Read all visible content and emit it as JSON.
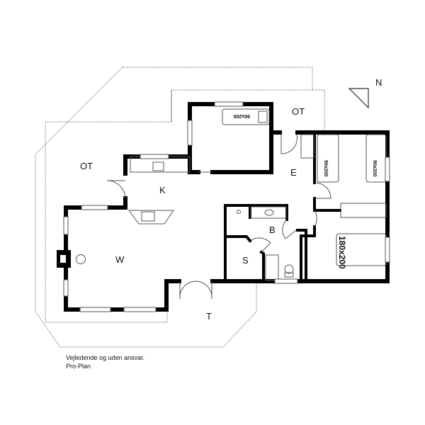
{
  "rooms": {
    "ot_left": "OT",
    "ot_top": "OT",
    "kitchen": "K",
    "entry": "E",
    "living": "W",
    "bath": "B",
    "storage": "S",
    "terrace": "T"
  },
  "compass": "N",
  "beds": {
    "top_room": "90x200",
    "right_room_a": "90x200",
    "right_room_b": "90x200",
    "double": "180x200"
  },
  "notes": {
    "disclaimer": "Vejledende og uden ansvar.",
    "publisher": "Pro-Plan"
  }
}
